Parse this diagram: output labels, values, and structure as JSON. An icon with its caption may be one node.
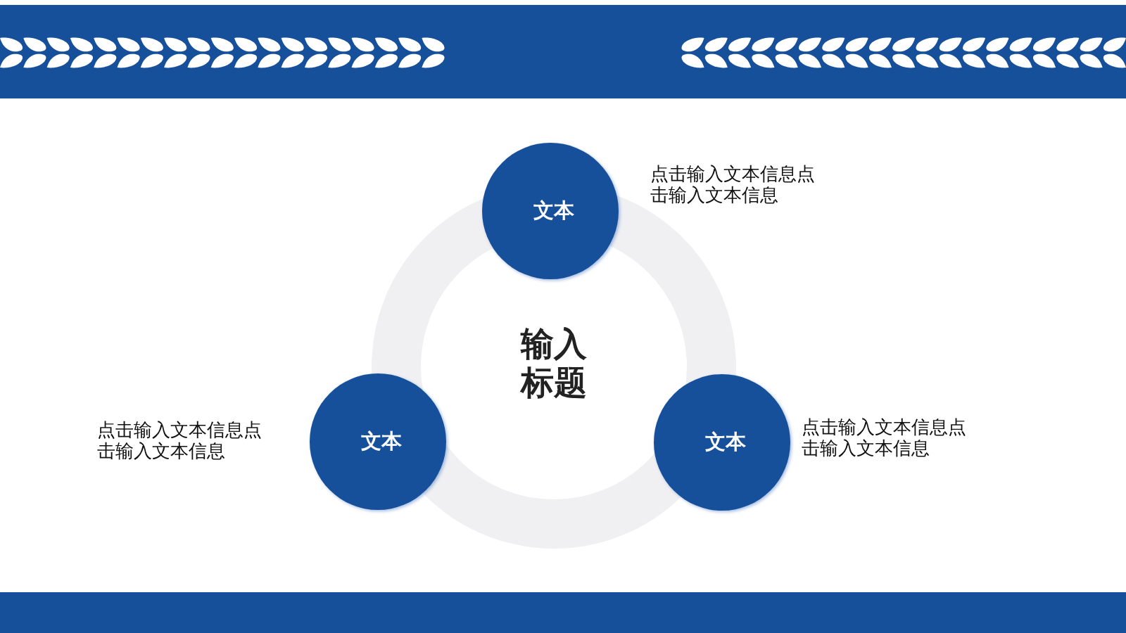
{
  "diagram": {
    "nodes": [
      {
        "text": [
          "文本"
        ],
        "beside": [
          "点击输入文本信息点击输入文本信息"
        ]
      },
      {
        "text": [
          "文本"
        ],
        "beside": [
          "点击输入文本信息点击输入文本信息"
        ]
      },
      {
        "text": [
          "文本"
        ],
        "beside": [
          "点击输入文本信息点击输入文本信息"
        ]
      }
    ],
    "labels": [
      "输入标题"
    ]
  }
}
